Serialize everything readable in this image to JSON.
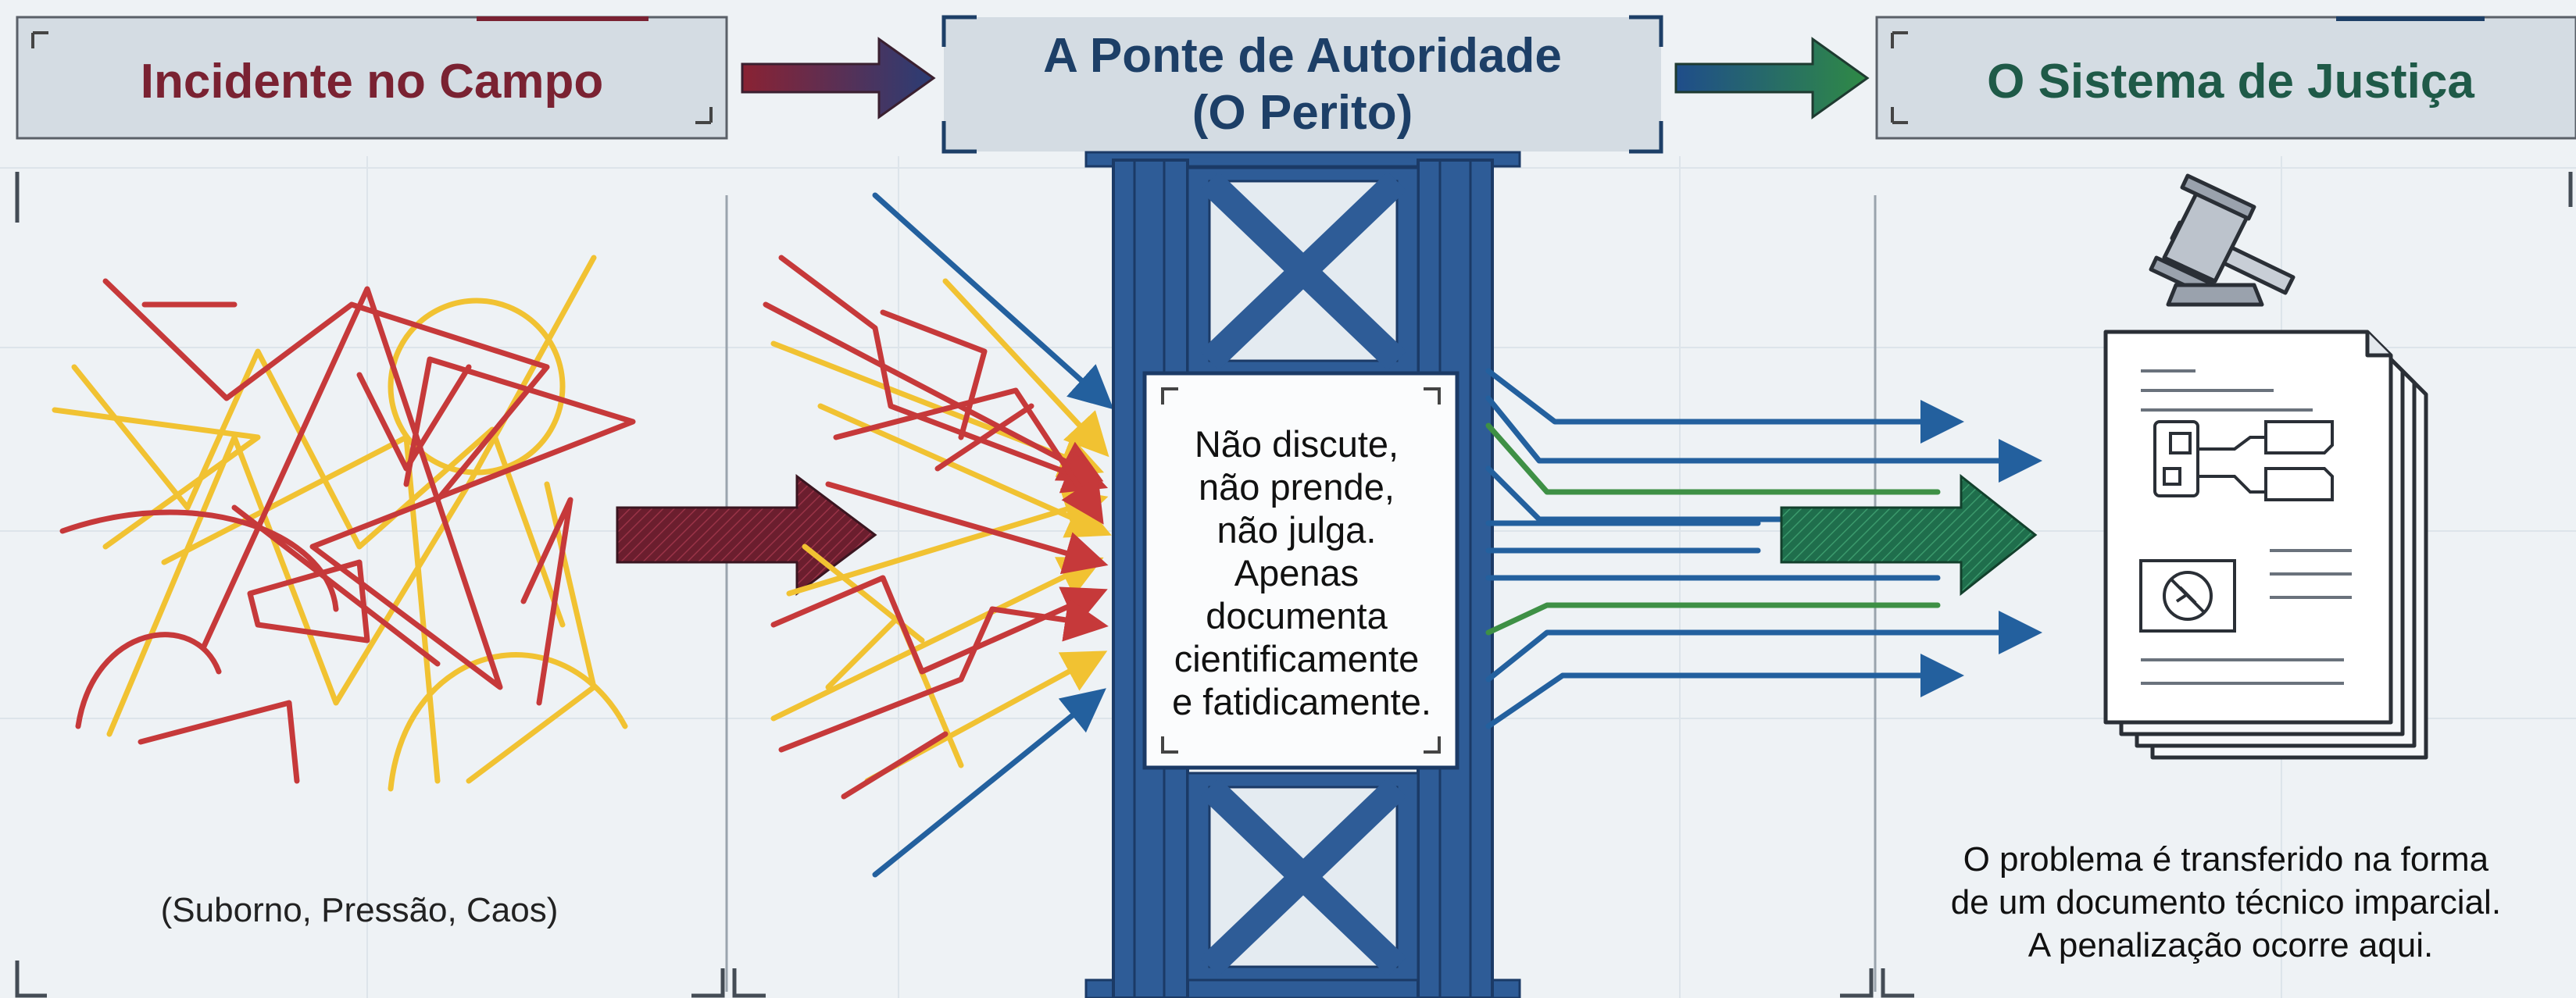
{
  "panels": {
    "field": {
      "title": "Incidente no Campo",
      "caption": "(Suborno, Pressão, Caos)"
    },
    "bridge": {
      "title_line1": "A Ponte de Autoridade",
      "title_line2": "(O Perito)",
      "sign_lines": [
        "Não discute,",
        "não prende,",
        "não julga.",
        "Apenas",
        "documenta",
        "cientificamente",
        "e fatidicamente."
      ]
    },
    "justice": {
      "title": "O Sistema de Justiça",
      "caption_lines": [
        "O problema é transferido na forma",
        "de um documento técnico imparcial.",
        "A penalização ocorre aqui."
      ]
    }
  },
  "colors": {
    "field_title": "#7a2232",
    "bridge_title": "#1d3f67",
    "justice_title": "#1f5a48",
    "bridge_steel": "#2e5c97",
    "chaos_red": "#c6393a",
    "chaos_yellow": "#f1c232",
    "flow_blue": "#23609e",
    "flow_green": "#3e9045",
    "arrow_maroon": "#6b1e2e",
    "arrow_green": "#1f6e4c"
  },
  "icons": [
    "gavel-icon",
    "document-stack-icon",
    "flowchart-icon",
    "no-bribery-icon"
  ]
}
